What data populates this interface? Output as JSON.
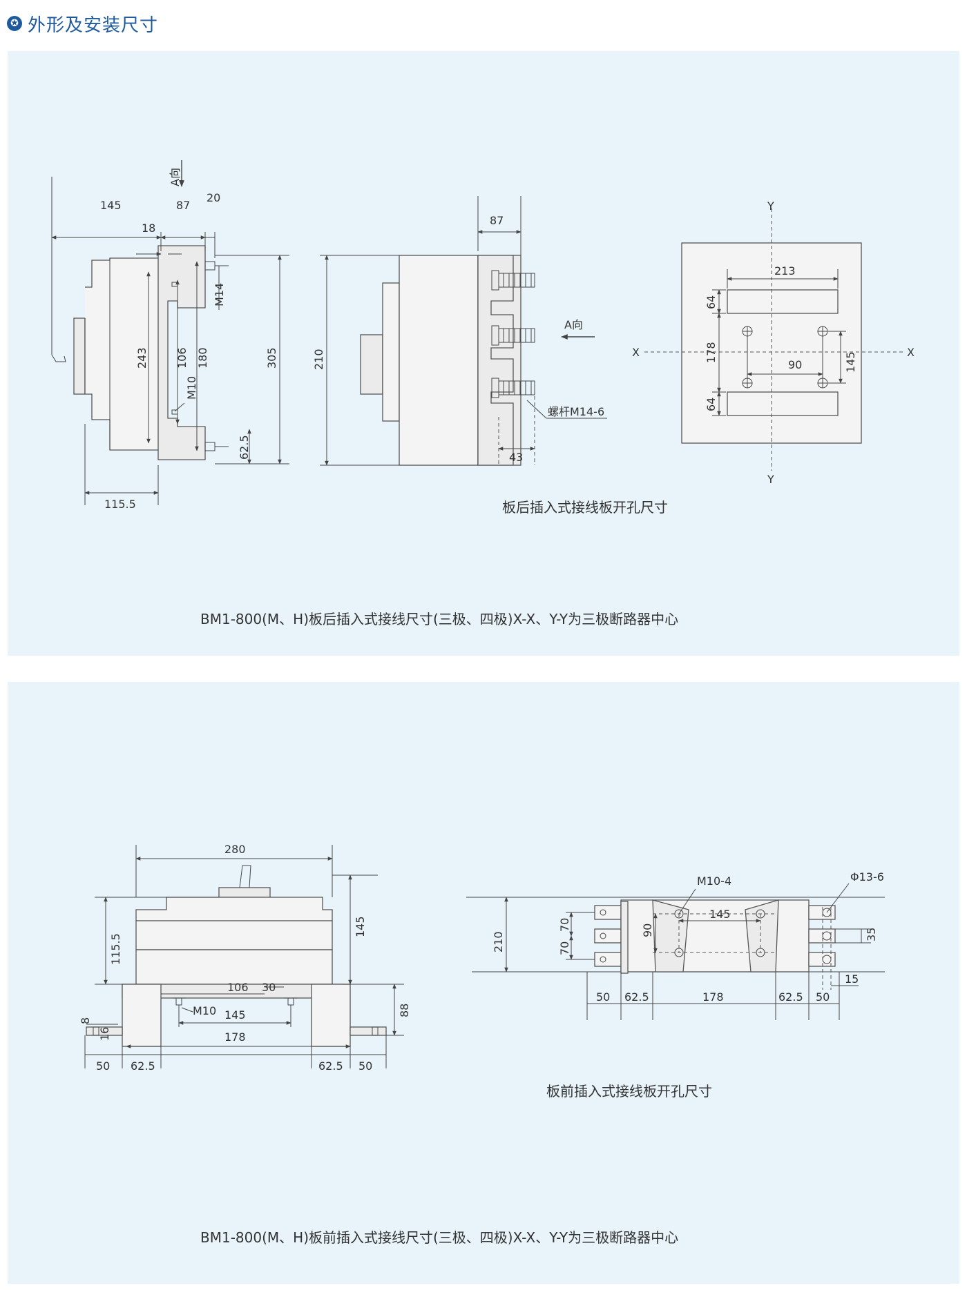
{
  "header": {
    "title": "外形及安装尺寸",
    "accent_color": "#1f5a9e",
    "icon": "star-circle-icon"
  },
  "panel1": {
    "side_view": {
      "a_direction": "A向",
      "dims": {
        "d145": "145",
        "d87": "87",
        "d20": "20",
        "d18": "18",
        "m14": "M14",
        "d243": "243",
        "d106": "106",
        "d180": "180",
        "m10": "M10",
        "d305": "305",
        "d62_5": "62.5",
        "d115_5": "115.5"
      }
    },
    "front_view": {
      "d87": "87",
      "d210": "210",
      "a_direction": "A向",
      "bolt": "螺杆M14-6",
      "d43": "43"
    },
    "panel_cutout": {
      "y_top": "Y",
      "y_bottom": "Y",
      "x_left": "X",
      "x_right": "X",
      "d213": "213",
      "d64_top": "64",
      "d178": "178",
      "d90": "90",
      "d145": "145",
      "d64_bottom": "64"
    },
    "cutout_caption": "板后插入式接线板开孔尺寸",
    "caption": "BM1-800(M、H)板后插入式接线尺寸(三极、四极)X-X、Y-Y为三极断路器中心"
  },
  "panel2": {
    "side_view": {
      "dims": {
        "d280": "280",
        "d115_5": "115.5",
        "d145": "145",
        "d106": "106",
        "d30": "30",
        "m10": "M10",
        "d8": "8",
        "d16": "16",
        "d88": "88",
        "d145b": "145",
        "d178": "178",
        "d50_l": "50",
        "d62_5_l": "62.5",
        "d62_5_r": "62.5",
        "d50_r": "50"
      }
    },
    "front_view": {
      "m10_4": "M10-4",
      "phi13_6": "Φ13-6",
      "d210": "210",
      "d70a": "70",
      "d70b": "70",
      "d90": "90",
      "d145": "145",
      "d35": "35",
      "d15": "15",
      "d50_l": "50",
      "d62_5_l": "62.5",
      "d178": "178",
      "d62_5_r": "62.5",
      "d50_r": "50"
    },
    "cutout_caption": "板前插入式接线板开孔尺寸",
    "caption": "BM1-800(M、H)板前插入式接线尺寸(三极、四极)X-X、Y-Y为三极断路器中心"
  }
}
